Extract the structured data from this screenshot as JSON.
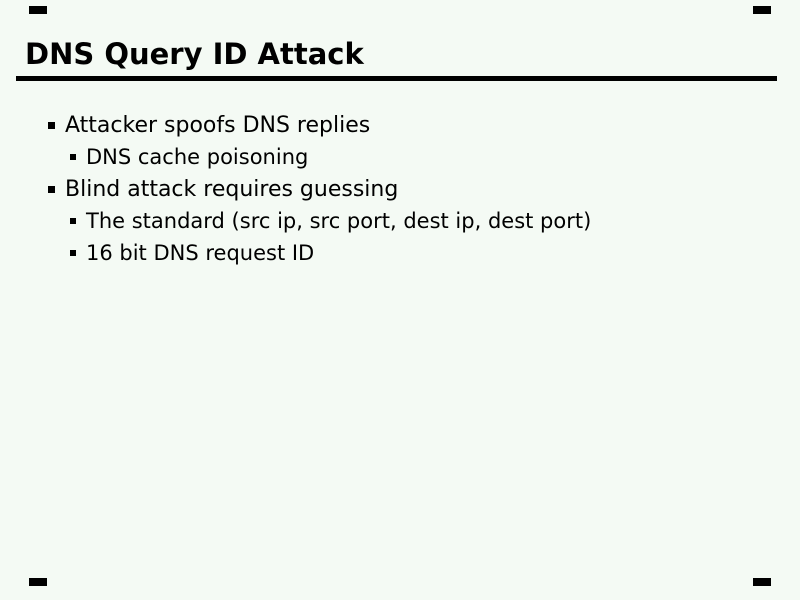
{
  "slide": {
    "title": "DNS Query ID Attack",
    "bullets": [
      {
        "level": 1,
        "text": "Attacker spoofs DNS replies"
      },
      {
        "level": 2,
        "text": "DNS cache poisoning"
      },
      {
        "level": 1,
        "text": "Blind attack requires guessing"
      },
      {
        "level": 2,
        "text": "The standard (src ip, src port, dest ip, dest port)"
      },
      {
        "level": 2,
        "text": "16 bit DNS request ID"
      }
    ],
    "colors": {
      "background": "#f4faf4",
      "text": "#000000",
      "rule": "#000000"
    }
  }
}
